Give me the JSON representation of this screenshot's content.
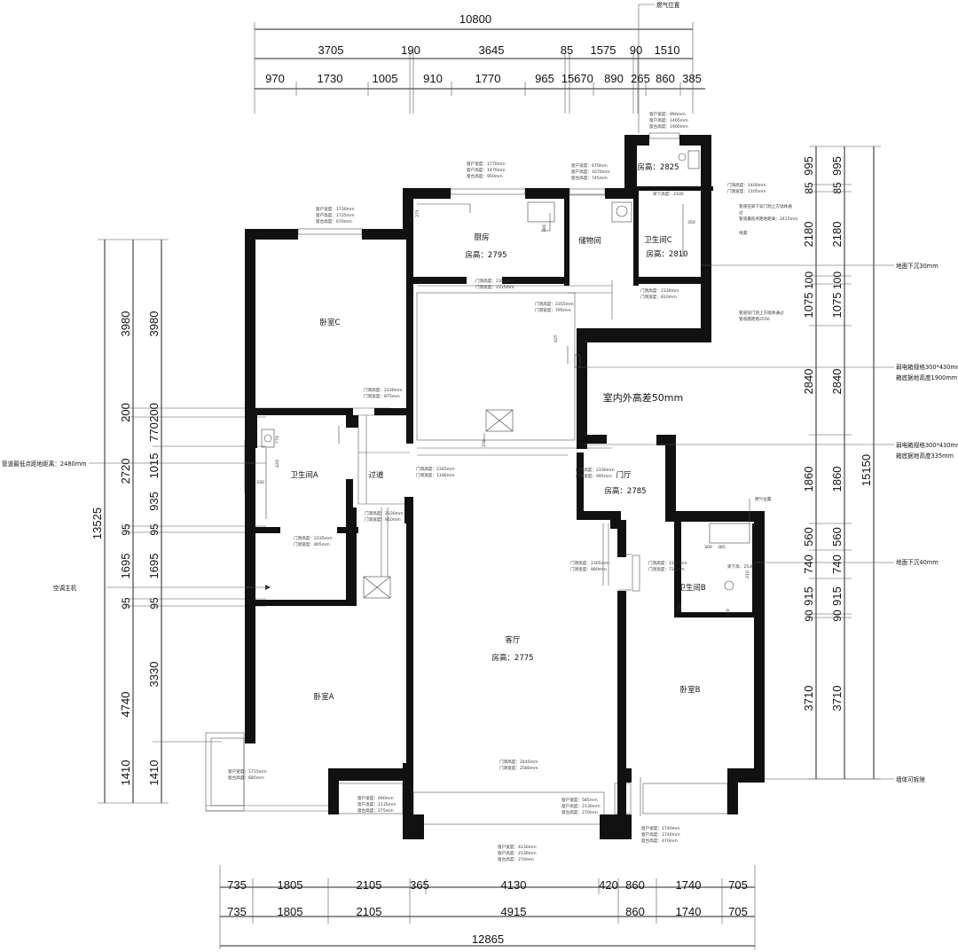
{
  "top_dims": {
    "total": "10800",
    "row1": [
      "3705",
      "190",
      "3645",
      "85",
      "1575",
      "90",
      "1510"
    ],
    "row2": [
      "970",
      "1730",
      "1005",
      "910",
      "1770",
      "965",
      "15",
      "670",
      "890",
      "265",
      "860",
      "385"
    ]
  },
  "bottom_dims": {
    "total": "12865",
    "row1": [
      "735",
      "1805",
      "2105",
      "365",
      "4130",
      "420",
      "860",
      "1740",
      "705"
    ],
    "row2": [
      "735",
      "1805",
      "2105",
      "4915",
      "860",
      "1740",
      "705"
    ]
  },
  "left_dims": {
    "outer": [
      "3980",
      "200",
      "2720",
      "95",
      "1695",
      "95",
      "4740",
      "1410"
    ],
    "inner": [
      "3980",
      "200",
      "770",
      "1015",
      "935",
      "95",
      "1695",
      "95",
      "3330",
      "1410"
    ],
    "total": "13525"
  },
  "right_dims": {
    "outer": [
      "995",
      "85",
      "2180",
      "100",
      "1075",
      "2840",
      "1860",
      "560",
      "740",
      "915",
      "90",
      "3710"
    ],
    "inner": [
      "995",
      "85",
      "2180",
      "100",
      "1075",
      "2840",
      "1860",
      "560",
      "740",
      "915",
      "90",
      "3710"
    ],
    "total": "15150"
  },
  "rooms": {
    "kitchen": "厨房",
    "kitchen_h": "房高：2795",
    "storage": "储物间",
    "bath_c_h": "房高：2825",
    "bath_c": "卫生间C",
    "bath_c_h2": "房高：2810",
    "bedroom_c": "卧室C",
    "bath_a": "卫生间A",
    "corridor": "过道",
    "foyer": "门厅",
    "foyer_h": "房高：2785",
    "bath_b": "卫生间B",
    "living": "客厅",
    "living_h": "房高：2775",
    "bedroom_a": "卧室A",
    "bedroom_b": "卧室B",
    "height_diff": "室内外高差50mm"
  },
  "annotations": {
    "pipe_low": "管道最低点距地距离：2480mm",
    "ac_host": "空调主机",
    "floor_sink_30": "地面下沉30mm",
    "box1_spec": "弱电箱规格300*430mm",
    "box1_height": "箱底据地高度1900mm",
    "box2_spec": "弱电箱规格300*430mm",
    "box2_height": "箱底据地高度335mm",
    "floor_sink_40": "地面下沉40mm",
    "wall_removable": "墙体可拆除",
    "gas_top": "燃气位置",
    "gas_right": "燃气位置"
  },
  "notes": {
    "top_bc": [
      "窗户宽度：890mm",
      "窗户高度：1465mm",
      "窗台高度：1900mm"
    ],
    "kitchen_win": [
      "窗户宽度：1770mm",
      "窗户高度：1470mm",
      "窗台高度：950mm"
    ],
    "storage_win": [
      "窗户宽度：670mm",
      "窗户高度：1670mm",
      "窗台高度：745mm"
    ],
    "bedroom_c_win": [
      "窗户宽度：1730mm",
      "窗户高度：1725mm",
      "窗台高度：670mm"
    ],
    "bath_c_door": [
      "门洞高度：2400mm",
      "门洞宽度：1105mm"
    ],
    "bath_c_beam": [
      "梁下高度：2330"
    ],
    "bath_c_pipe": [
      "管道在梁下穿门洞上方墙体通",
      "过",
      "管道最低点距地距离：2415mm"
    ],
    "floor_drain": [
      "地漏"
    ],
    "kitchen_door": [
      "门洞高度：2355mm",
      "门洞宽度：2315mm"
    ],
    "bath_c_door2": [
      "门洞高度：2330mm",
      "门洞宽度：810mm"
    ],
    "pipe_wall": [
      "管道穿门洞上方墙体通过",
      "管道底距地2550"
    ],
    "store_door": [
      "门洞高度：2355mm",
      "门洞宽度：795mm"
    ],
    "bedroom_c_door": [
      "门洞高度：2330mm",
      "门洞宽度：875mm"
    ],
    "living_top_door": [
      "门洞高度：2345mm",
      "门洞宽度：1180mm"
    ],
    "foyer_door": [
      "门洞高度：2330mm",
      "门洞宽度：995mm"
    ],
    "bath_a_door": [
      "门洞高度：2330mm",
      "门洞宽度：910mm"
    ],
    "bed_a_door": [
      "门洞高度：2335mm",
      "门洞宽度：805mm"
    ],
    "living_right_door": [
      "门洞高度：2305mm",
      "门洞宽度：880mm"
    ],
    "bath_b_door": [
      "门洞高度：2345mm",
      "门洞宽度：735mm"
    ],
    "bath_b_beam": [
      "梁下高：2530"
    ],
    "living_bottom_door": [
      "门洞高度：2445mm",
      "门洞宽度：2580mm"
    ],
    "bed_a_win": [
      "窗户宽度：1715mm",
      "窗台高度：685mm"
    ],
    "bay_left_win": [
      "窗户宽度：690mm",
      "窗户高度：2135mm",
      "窗台高度：275mm"
    ],
    "bay_right_win": [
      "窗户宽度：585mm",
      "窗户高度：2130mm",
      "窗台高度：270mm"
    ],
    "bay_bottom_win": [
      "窗户宽度：4130mm",
      "窗户高度：2130mm",
      "窗台高度：270mm"
    ],
    "bed_b_win": [
      "窗户宽度：1740mm",
      "窗户高度：1740mm",
      "窗台高度：470mm"
    ]
  },
  "small_labels": {
    "k375": "375",
    "k380": "380",
    "s350": "350",
    "s625": "625",
    "s770": "770",
    "s230": "230",
    "s330": "330",
    "s420": "420",
    "b300": "300",
    "b385": "385",
    "b330": "330",
    "b340": "340",
    "b210": "210"
  }
}
